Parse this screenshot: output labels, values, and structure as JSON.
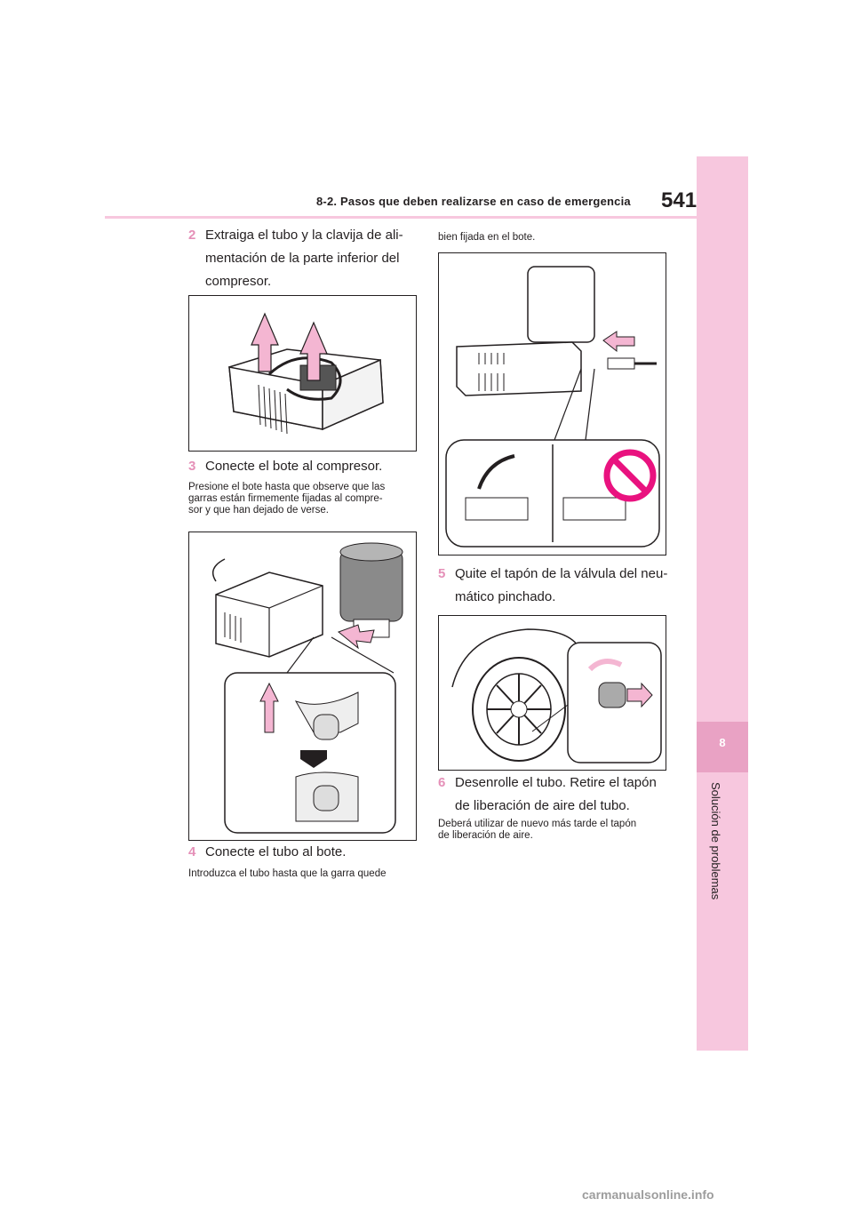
{
  "header": {
    "section_title": "8-2. Pasos que deben realizarse en caso de emergencia",
    "page_number": "541"
  },
  "side_tab": {
    "chapter_number": "8",
    "chapter_title": "Solución de problemas"
  },
  "steps": [
    {
      "number": "2",
      "lines": [
        "Extraiga el tubo y la clavija de ali-",
        "mentación de la parte inferior del",
        "compresor."
      ]
    },
    {
      "number": "3",
      "lines": [
        "Conecte el bote al compresor."
      ],
      "note": [
        "Presione el bote hasta que observe que las",
        "garras están firmemente fijadas al compre-",
        "sor y que han dejado de verse."
      ]
    },
    {
      "number": "4",
      "lines": [
        "Conecte el tubo al bote."
      ],
      "note": [
        "Introduzca el tubo hasta que la garra quede",
        "bien fijada en el bote."
      ]
    },
    {
      "number": "5",
      "lines": [
        "Quite el tapón de la válvula del neu-",
        "mático pinchado."
      ]
    },
    {
      "number": "6",
      "lines": [
        "Desenrolle el tubo. Retire el tapón",
        "de liberación de aire del tubo."
      ],
      "note": [
        "Deberá utilizar de nuevo más tarde el tapón",
        "de liberación de aire."
      ]
    }
  ],
  "colors": {
    "accent_pink": "#f7c7de",
    "accent_pink_dark": "#e9a2c4",
    "arrow_pink": "#f4b6d2",
    "step_number": "#e590b8"
  },
  "watermark": "carmanualsonline.info"
}
